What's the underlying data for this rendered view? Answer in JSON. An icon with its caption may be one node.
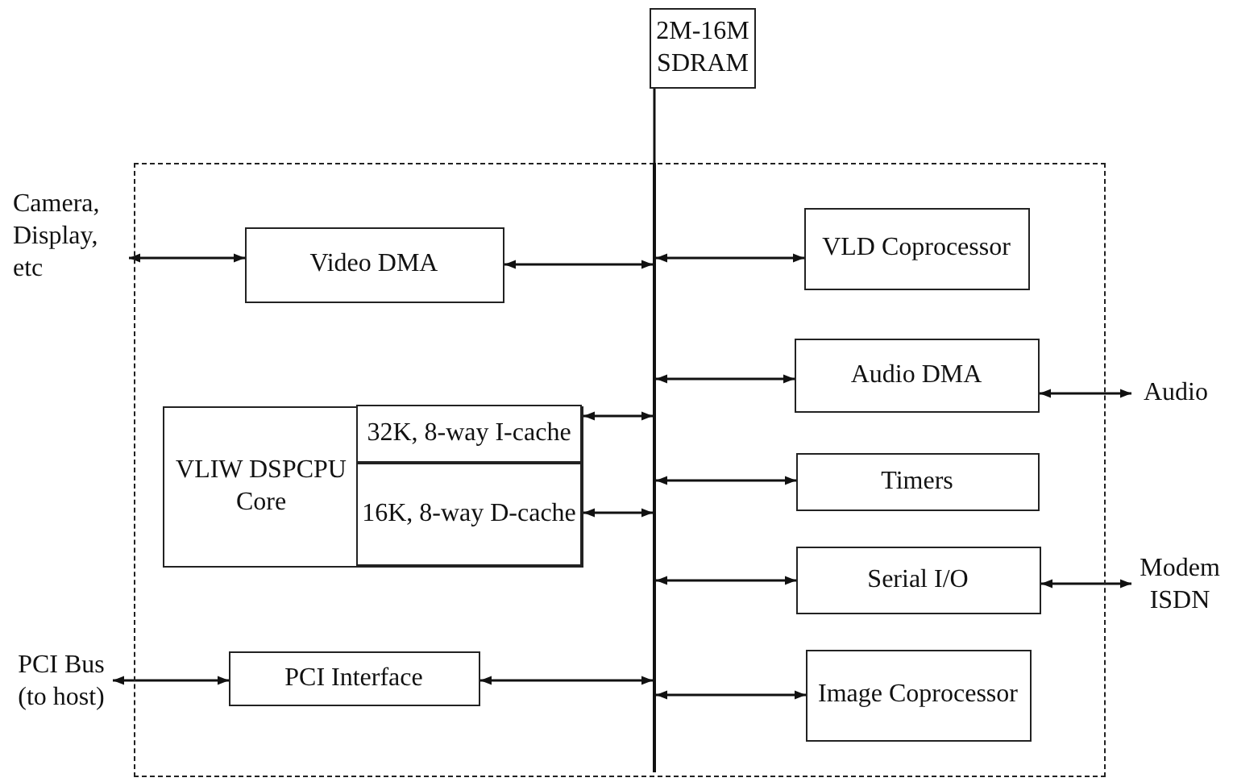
{
  "diagram": {
    "nodes": [
      {
        "text": [
          "2M-16M SDRAM"
        ]
      },
      {
        "text": [],
        "shape": "box"
      },
      {
        "text": [],
        "shape": "bar",
        "in": 1
      },
      {
        "text": [
          "Camera, Display, etc"
        ]
      },
      {
        "text": [
          "Video DMA"
        ],
        "in": 1
      },
      {
        "text": [
          "VLD Coprocessor"
        ],
        "in": 1
      },
      {
        "text": [
          "VLIW DSPCPU Core"
        ],
        "in": 1
      },
      {
        "text": [
          "32K, 8-way I-cache"
        ],
        "in": 6
      },
      {
        "text": [
          "16K, 8-way D-cache"
        ],
        "in": 6
      },
      {
        "text": [
          "Audio DMA"
        ],
        "in": 1
      },
      {
        "text": [
          "Audio"
        ]
      },
      {
        "text": [
          "Timers"
        ],
        "in": 1
      },
      {
        "text": [
          "Serial I/O"
        ],
        "in": 1
      },
      {
        "text": [
          "Modem ISDN"
        ]
      },
      {
        "text": [
          "PCI Bus (to host)"
        ]
      },
      {
        "text": [
          "PCI Interface"
        ],
        "in": 1
      },
      {
        "text": [
          "Image Coprocessor"
        ],
        "in": 1
      }
    ],
    "edges": [
      {
        "from": 0,
        "to": 2,
        "arrow": "none"
      },
      {
        "from": 3,
        "to": 4,
        "arrow": "both"
      },
      {
        "from": 4,
        "to": 2,
        "arrow": "both"
      },
      {
        "from": 2,
        "to": 5,
        "arrow": "both"
      },
      {
        "from": 7,
        "to": 2,
        "arrow": "both"
      },
      {
        "from": 8,
        "to": 2,
        "arrow": "both"
      },
      {
        "from": 2,
        "to": 9,
        "arrow": "both"
      },
      {
        "from": 9,
        "to": 10,
        "arrow": "both"
      },
      {
        "from": 2,
        "to": 11,
        "arrow": "both"
      },
      {
        "from": 2,
        "to": 12,
        "arrow": "both"
      },
      {
        "from": 12,
        "to": 13,
        "arrow": "both"
      },
      {
        "from": 14,
        "to": 15,
        "arrow": "both"
      },
      {
        "from": 15,
        "to": 2,
        "arrow": "both"
      },
      {
        "from": 2,
        "to": 16,
        "arrow": "both"
      }
    ]
  }
}
